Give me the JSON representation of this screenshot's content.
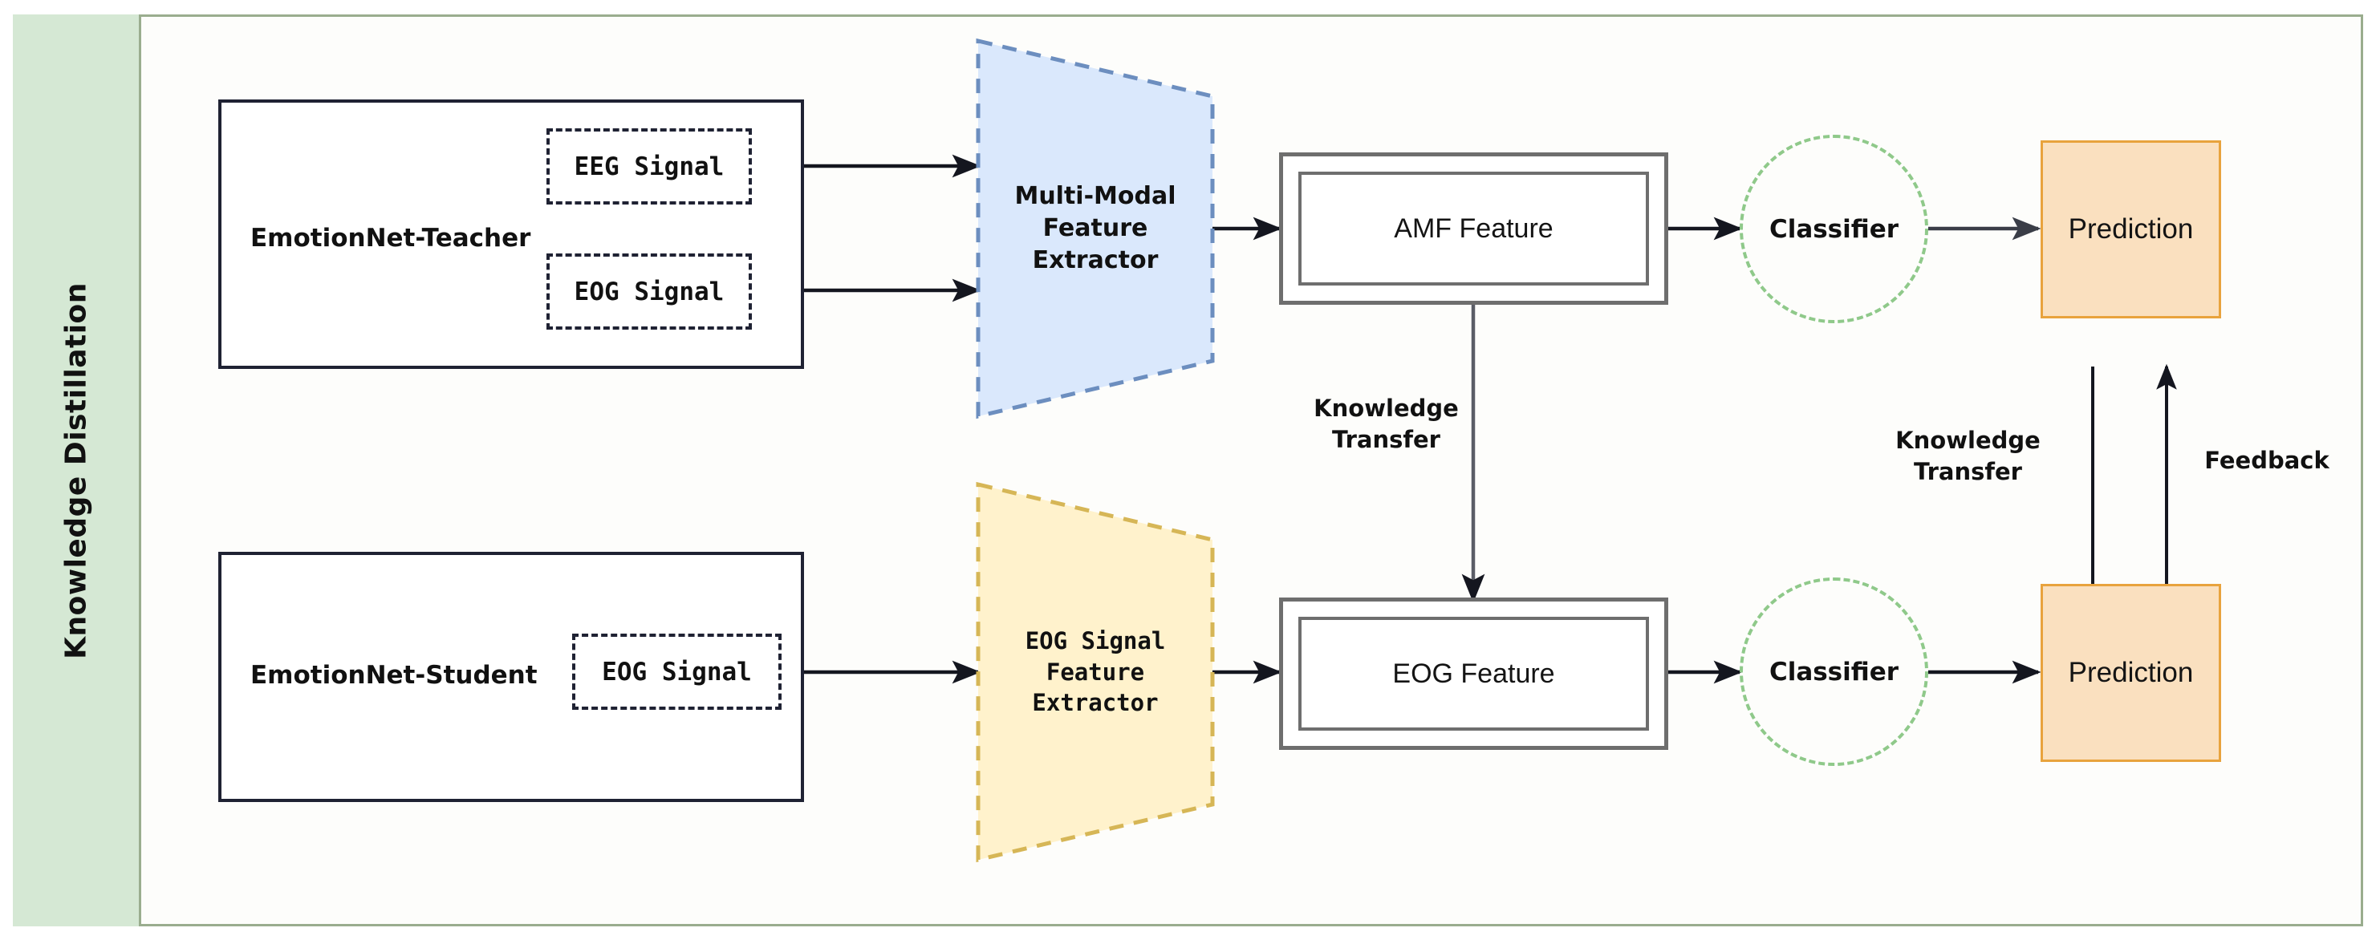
{
  "figure": {
    "band_label": "Knowledge Distillation",
    "accent_colors": {
      "band_green": "#d5e8d4",
      "band_border": "#9aad8e",
      "teacher_extractor_fill": "#dae8fc",
      "teacher_extractor_stroke": "#6c8ebf",
      "student_extractor_fill": "#fff2cc",
      "student_extractor_stroke": "#d6b656",
      "prediction_fill": "#fae0bf",
      "prediction_stroke": "#e8a33d",
      "classifier_stroke": "#8fc98a",
      "feature_box_stroke": "#6e6e6e",
      "model_box_stroke": "#1f2233"
    }
  },
  "teacher": {
    "model_label": "EmotionNet-Teacher",
    "inputs": [
      {
        "label": "EEG Signal"
      },
      {
        "label": "EOG Signal"
      }
    ],
    "extractor_label": "Multi-Modal\nFeature\nExtractor",
    "feature_label": "AMF Feature",
    "classifier_label": "Classifier",
    "prediction_label": "Prediction"
  },
  "student": {
    "model_label": "EmotionNet-Student",
    "inputs": [
      {
        "label": "EOG Signal"
      }
    ],
    "extractor_label": "EOG Signal\nFeature\nExtractor",
    "feature_label": "EOG Feature",
    "classifier_label": "Classifier",
    "prediction_label": "Prediction"
  },
  "edges": {
    "feature_transfer_label": "Knowledge\nTransfer",
    "prediction_transfer_label": "Knowledge\nTransfer",
    "feedback_label": "Feedback"
  }
}
